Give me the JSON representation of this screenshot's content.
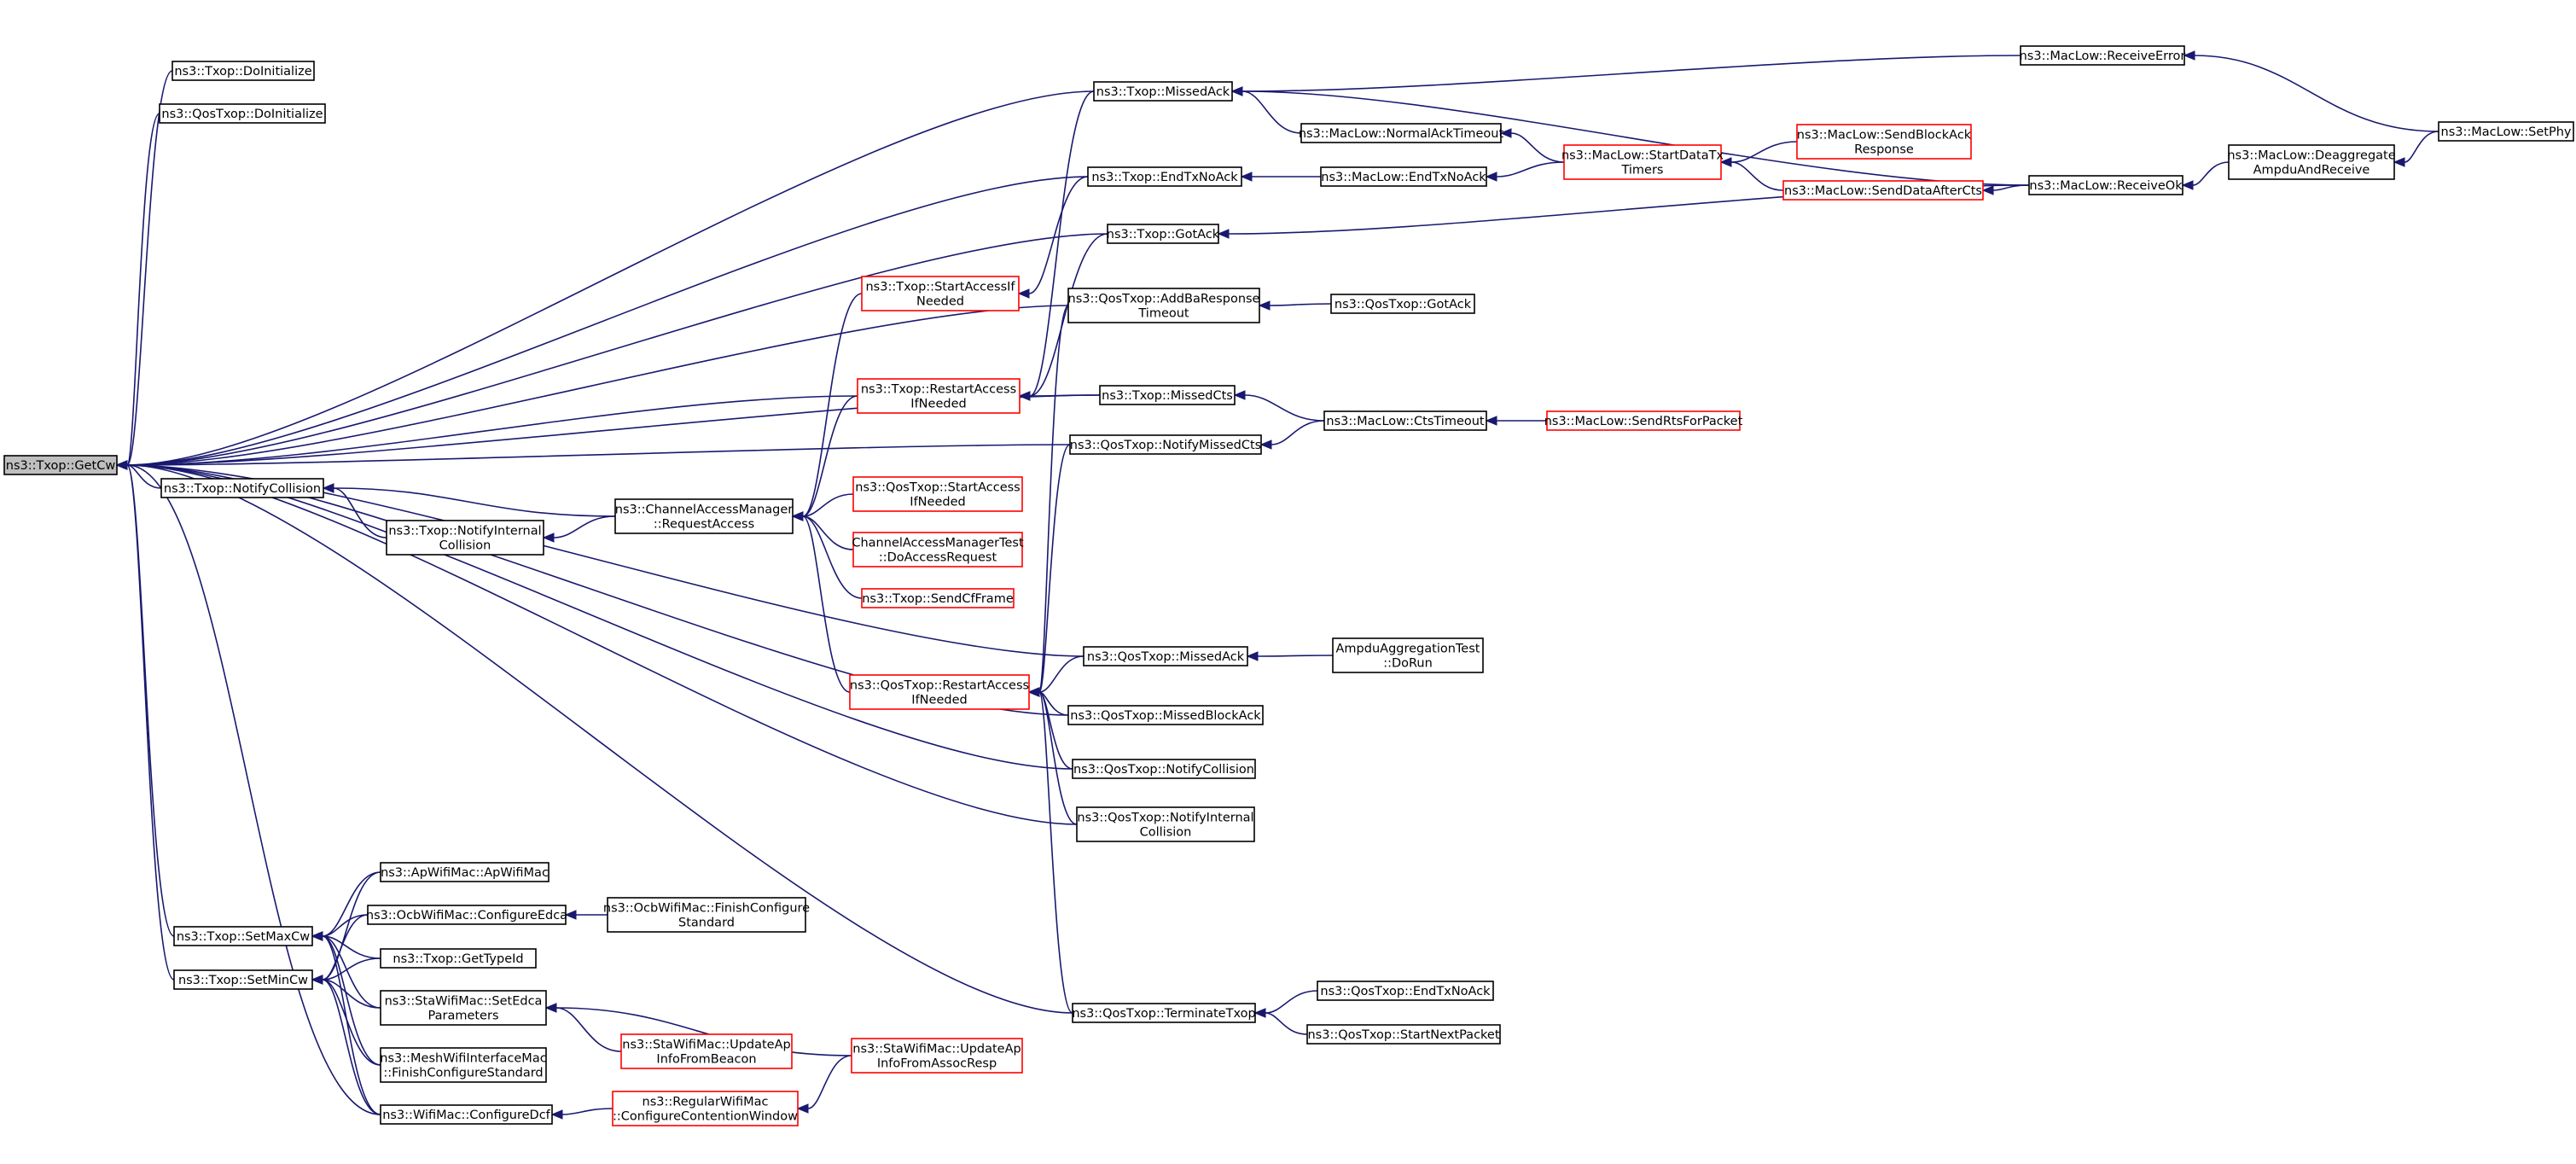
{
  "colors": {
    "edge": "#191970",
    "node_border": "#000000",
    "node_border_truncated": "#ff0000",
    "root_fill": "#bfbfbf",
    "node_fill": "#ffffff"
  },
  "nodes": [
    {
      "id": "getcw",
      "lines": [
        "ns3::Txop::GetCw"
      ],
      "style": "root"
    },
    {
      "id": "txop_doinit",
      "lines": [
        "ns3::Txop::DoInitialize"
      ],
      "style": "normal"
    },
    {
      "id": "qos_doinit",
      "lines": [
        "ns3::QosTxop::DoInitialize"
      ],
      "style": "normal"
    },
    {
      "id": "notifycollision",
      "lines": [
        "ns3::Txop::NotifyCollision"
      ],
      "style": "normal"
    },
    {
      "id": "notifyinternal",
      "lines": [
        "ns3::Txop::NotifyInternal",
        "Collision"
      ],
      "style": "normal"
    },
    {
      "id": "setmaxcw",
      "lines": [
        "ns3::Txop::SetMaxCw"
      ],
      "style": "normal"
    },
    {
      "id": "setmincw",
      "lines": [
        "ns3::Txop::SetMinCw"
      ],
      "style": "normal"
    },
    {
      "id": "apwifimac",
      "lines": [
        "ns3::ApWifiMac::ApWifiMac"
      ],
      "style": "normal"
    },
    {
      "id": "ocbconfedca",
      "lines": [
        "ns3::OcbWifiMac::ConfigureEdca"
      ],
      "style": "normal"
    },
    {
      "id": "gettypeid",
      "lines": [
        "ns3::Txop::GetTypeId"
      ],
      "style": "normal"
    },
    {
      "id": "stasetedca",
      "lines": [
        "ns3::StaWifiMac::SetEdca",
        "Parameters"
      ],
      "style": "normal"
    },
    {
      "id": "meshfinish",
      "lines": [
        "ns3::MeshWifiInterfaceMac",
        "::FinishConfigureStandard"
      ],
      "style": "normal"
    },
    {
      "id": "wificonfdcf",
      "lines": [
        "ns3::WifiMac::ConfigureDcf"
      ],
      "style": "normal"
    },
    {
      "id": "ocbfinish",
      "lines": [
        "ns3::OcbWifiMac::FinishConfigure",
        "Standard"
      ],
      "style": "normal"
    },
    {
      "id": "staupdbeacon",
      "lines": [
        "ns3::StaWifiMac::UpdateAp",
        "InfoFromBeacon"
      ],
      "style": "truncated"
    },
    {
      "id": "regconfcw",
      "lines": [
        "ns3::RegularWifiMac",
        "::ConfigureContentionWindow"
      ],
      "style": "truncated"
    },
    {
      "id": "staupdassoc",
      "lines": [
        "ns3::StaWifiMac::UpdateAp",
        "InfoFromAssocResp"
      ],
      "style": "truncated"
    },
    {
      "id": "chreqaccess",
      "lines": [
        "ns3::ChannelAccessManager",
        "::RequestAccess"
      ],
      "style": "normal"
    },
    {
      "id": "startaccessif",
      "lines": [
        "ns3::Txop::StartAccessIf",
        "Needed"
      ],
      "style": "truncated"
    },
    {
      "id": "restartaccess",
      "lines": [
        "ns3::Txop::RestartAccess",
        "IfNeeded"
      ],
      "style": "truncated"
    },
    {
      "id": "qosstartaccess",
      "lines": [
        "ns3::QosTxop::StartAccess",
        "IfNeeded"
      ],
      "style": "truncated"
    },
    {
      "id": "chtest",
      "lines": [
        "ChannelAccessManagerTest",
        "::DoAccessRequest"
      ],
      "style": "truncated"
    },
    {
      "id": "sendcfframe",
      "lines": [
        "ns3::Txop::SendCfFrame"
      ],
      "style": "truncated"
    },
    {
      "id": "qosrestart",
      "lines": [
        "ns3::QosTxop::RestartAccess",
        "IfNeeded"
      ],
      "style": "truncated"
    },
    {
      "id": "missedack",
      "lines": [
        "ns3::Txop::MissedAck"
      ],
      "style": "normal"
    },
    {
      "id": "endtxnoack",
      "lines": [
        "ns3::Txop::EndTxNoAck"
      ],
      "style": "normal"
    },
    {
      "id": "gotack",
      "lines": [
        "ns3::Txop::GotAck"
      ],
      "style": "normal"
    },
    {
      "id": "qosaddba",
      "lines": [
        "ns3::QosTxop::AddBaResponse",
        "Timeout"
      ],
      "style": "normal"
    },
    {
      "id": "missedcts",
      "lines": [
        "ns3::Txop::MissedCts"
      ],
      "style": "normal"
    },
    {
      "id": "qosnotifymissedcts",
      "lines": [
        "ns3::QosTxop::NotifyMissedCts"
      ],
      "style": "normal"
    },
    {
      "id": "qosmissedack",
      "lines": [
        "ns3::QosTxop::MissedAck"
      ],
      "style": "normal"
    },
    {
      "id": "qosmissedblockack",
      "lines": [
        "ns3::QosTxop::MissedBlockAck"
      ],
      "style": "normal"
    },
    {
      "id": "qosnotifycollision",
      "lines": [
        "ns3::QosTxop::NotifyCollision"
      ],
      "style": "normal"
    },
    {
      "id": "qosnotifyinternal",
      "lines": [
        "ns3::QosTxop::NotifyInternal",
        "Collision"
      ],
      "style": "normal"
    },
    {
      "id": "qosterminate",
      "lines": [
        "ns3::QosTxop::TerminateTxop"
      ],
      "style": "normal"
    },
    {
      "id": "macnormalack",
      "lines": [
        "ns3::MacLow::NormalAckTimeout"
      ],
      "style": "normal"
    },
    {
      "id": "macendtxnoack",
      "lines": [
        "ns3::MacLow::EndTxNoAck"
      ],
      "style": "normal"
    },
    {
      "id": "qosgotack",
      "lines": [
        "ns3::QosTxop::GotAck"
      ],
      "style": "normal"
    },
    {
      "id": "macctstimeout",
      "lines": [
        "ns3::MacLow::CtsTimeout"
      ],
      "style": "normal"
    },
    {
      "id": "ampdutest",
      "lines": [
        "AmpduAggregationTest",
        "::DoRun"
      ],
      "style": "normal"
    },
    {
      "id": "qosendtxnoack",
      "lines": [
        "ns3::QosTxop::EndTxNoAck"
      ],
      "style": "normal"
    },
    {
      "id": "qosstartnext",
      "lines": [
        "ns3::QosTxop::StartNextPacket"
      ],
      "style": "normal"
    },
    {
      "id": "macstartdatatx",
      "lines": [
        "ns3::MacLow::StartDataTx",
        "Timers"
      ],
      "style": "truncated"
    },
    {
      "id": "macsendrts",
      "lines": [
        "ns3::MacLow::SendRtsForPacket"
      ],
      "style": "truncated"
    },
    {
      "id": "macsendblockack",
      "lines": [
        "ns3::MacLow::SendBlockAck",
        "Response"
      ],
      "style": "truncated"
    },
    {
      "id": "macsenddataaftercts",
      "lines": [
        "ns3::MacLow::SendDataAfterCts"
      ],
      "style": "truncated"
    },
    {
      "id": "macreceiveerror",
      "lines": [
        "ns3::MacLow::ReceiveError"
      ],
      "style": "normal"
    },
    {
      "id": "macreceiveok",
      "lines": [
        "ns3::MacLow::ReceiveOk"
      ],
      "style": "normal"
    },
    {
      "id": "macdeaggregate",
      "lines": [
        "ns3::MacLow::Deaggregate",
        "AmpduAndReceive"
      ],
      "style": "normal"
    },
    {
      "id": "macsetphy",
      "lines": [
        "ns3::MacLow::SetPhy"
      ],
      "style": "normal"
    }
  ],
  "edges": [
    [
      "txop_doinit",
      "getcw"
    ],
    [
      "qos_doinit",
      "getcw"
    ],
    [
      "notifycollision",
      "getcw"
    ],
    [
      "setmaxcw",
      "getcw"
    ],
    [
      "setmincw",
      "getcw"
    ],
    [
      "wificonfdcf",
      "getcw"
    ],
    [
      "qosterminate",
      "getcw"
    ],
    [
      "missedack",
      "getcw"
    ],
    [
      "endtxnoack",
      "getcw"
    ],
    [
      "gotack",
      "getcw"
    ],
    [
      "qosaddba",
      "getcw"
    ],
    [
      "missedcts",
      "getcw"
    ],
    [
      "restartaccess",
      "getcw"
    ],
    [
      "qosnotifymissedcts",
      "getcw"
    ],
    [
      "qosmissedack",
      "getcw"
    ],
    [
      "qosmissedblockack",
      "getcw"
    ],
    [
      "qosnotifycollision",
      "getcw"
    ],
    [
      "qosnotifyinternal",
      "getcw"
    ],
    [
      "notifyinternal",
      "notifycollision"
    ],
    [
      "chreqaccess",
      "notifycollision"
    ],
    [
      "chreqaccess",
      "notifyinternal"
    ],
    [
      "startaccessif",
      "chreqaccess"
    ],
    [
      "restartaccess",
      "chreqaccess"
    ],
    [
      "qosstartaccess",
      "chreqaccess"
    ],
    [
      "chtest",
      "chreqaccess"
    ],
    [
      "sendcfframe",
      "chreqaccess"
    ],
    [
      "qosrestart",
      "chreqaccess"
    ],
    [
      "missedcts",
      "restartaccess"
    ],
    [
      "missedack",
      "restartaccess"
    ],
    [
      "endtxnoack",
      "startaccessif"
    ],
    [
      "gotack",
      "restartaccess"
    ],
    [
      "qosmissedack",
      "qosrestart"
    ],
    [
      "qosmissedblockack",
      "qosrestart"
    ],
    [
      "qosnotifycollision",
      "qosrestart"
    ],
    [
      "qosnotifyinternal",
      "qosrestart"
    ],
    [
      "qosaddba",
      "qosrestart"
    ],
    [
      "qosnotifymissedcts",
      "qosrestart"
    ],
    [
      "qosterminate",
      "qosrestart"
    ],
    [
      "apwifimac",
      "setmaxcw"
    ],
    [
      "ocbconfedca",
      "setmaxcw"
    ],
    [
      "gettypeid",
      "setmaxcw"
    ],
    [
      "stasetedca",
      "setmaxcw"
    ],
    [
      "meshfinish",
      "setmaxcw"
    ],
    [
      "wificonfdcf",
      "setmaxcw"
    ],
    [
      "apwifimac",
      "setmincw"
    ],
    [
      "ocbconfedca",
      "setmincw"
    ],
    [
      "gettypeid",
      "setmincw"
    ],
    [
      "stasetedca",
      "setmincw"
    ],
    [
      "meshfinish",
      "setmincw"
    ],
    [
      "wificonfdcf",
      "setmincw"
    ],
    [
      "ocbfinish",
      "ocbconfedca"
    ],
    [
      "staupdbeacon",
      "stasetedca"
    ],
    [
      "staupdassoc",
      "stasetedca"
    ],
    [
      "regconfcw",
      "wificonfdcf"
    ],
    [
      "staupdassoc",
      "regconfcw"
    ],
    [
      "macnormalack",
      "missedack"
    ],
    [
      "macreceiveerror",
      "missedack"
    ],
    [
      "macreceiveok",
      "missedack"
    ],
    [
      "macendtxnoack",
      "endtxnoack"
    ],
    [
      "macreceiveok",
      "gotack"
    ],
    [
      "qosgotack",
      "qosaddba"
    ],
    [
      "macctstimeout",
      "missedcts"
    ],
    [
      "macctstimeout",
      "qosnotifymissedcts"
    ],
    [
      "ampdutest",
      "qosmissedack"
    ],
    [
      "qosendtxnoack",
      "qosterminate"
    ],
    [
      "qosstartnext",
      "qosterminate"
    ],
    [
      "macstartdatatx",
      "macnormalack"
    ],
    [
      "macstartdatatx",
      "macendtxnoack"
    ],
    [
      "macsendblockack",
      "macstartdatatx"
    ],
    [
      "macsenddataaftercts",
      "macstartdatatx"
    ],
    [
      "macsendrts",
      "macctstimeout"
    ],
    [
      "macreceiveok",
      "macsenddataaftercts"
    ],
    [
      "macdeaggregate",
      "macreceiveok"
    ],
    [
      "macsetphy",
      "macreceiveerror"
    ],
    [
      "macsetphy",
      "macdeaggregate"
    ]
  ]
}
